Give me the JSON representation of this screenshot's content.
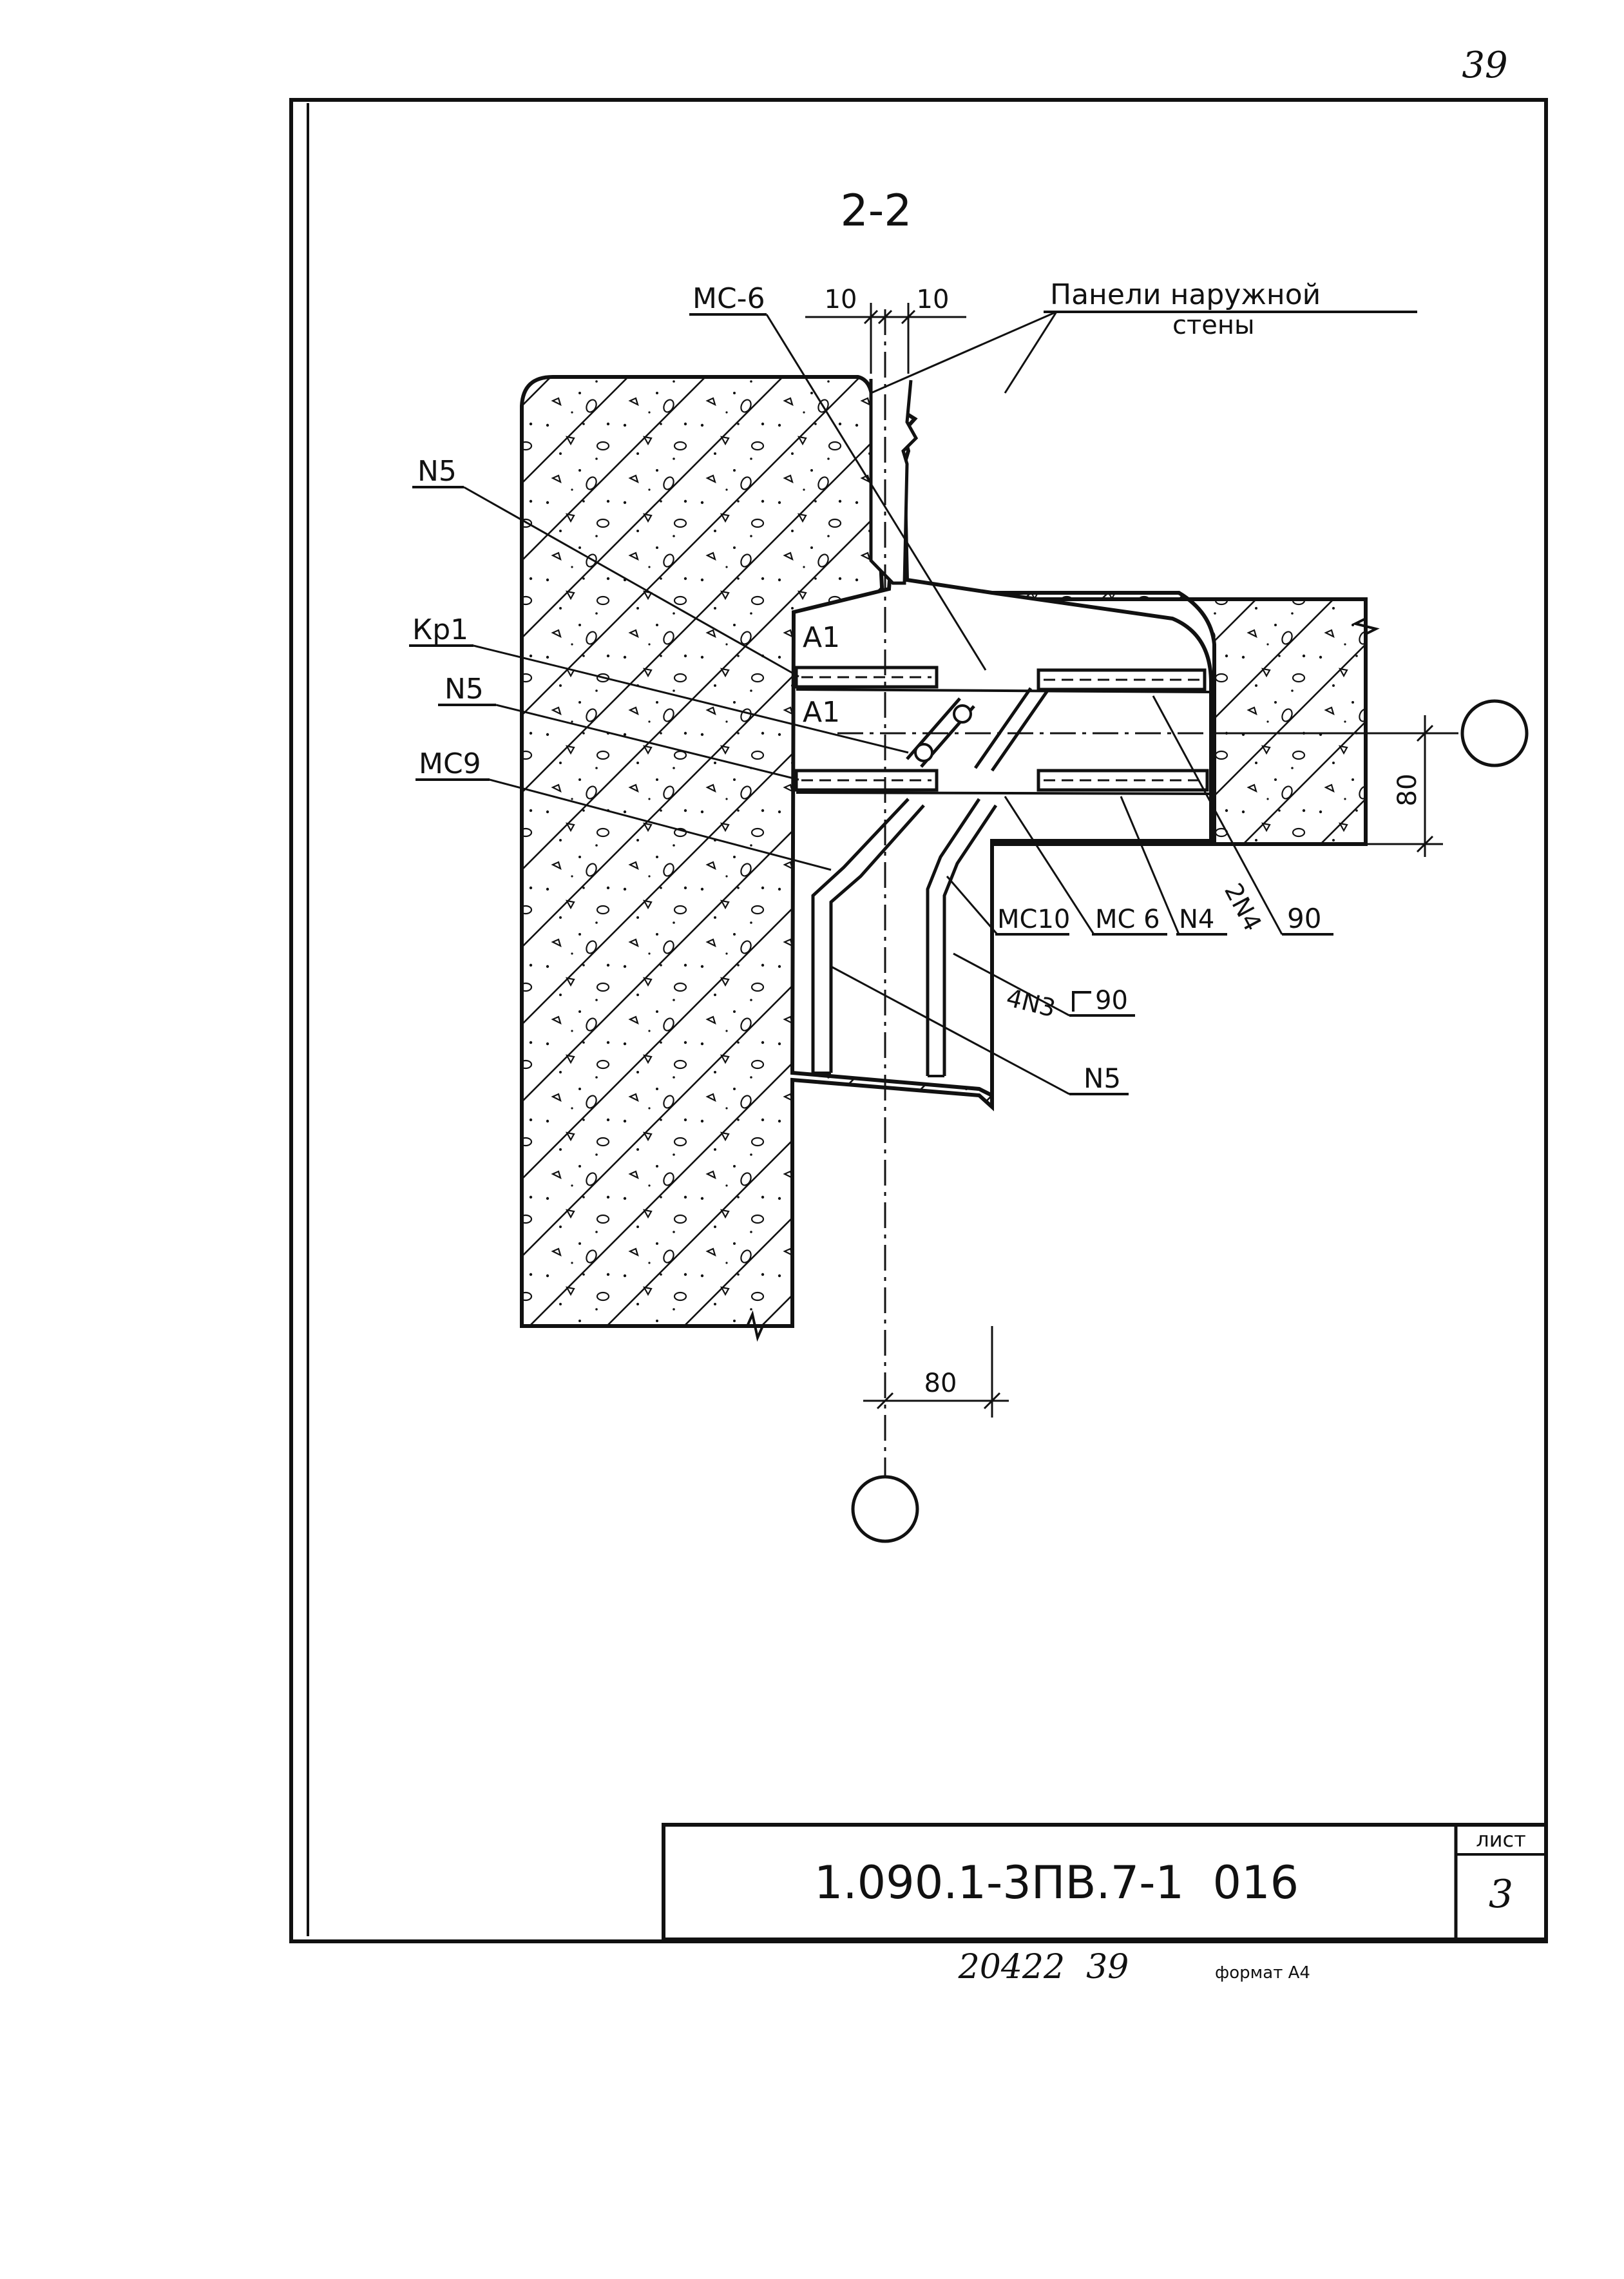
{
  "page_number": "39",
  "section_title": "2-2",
  "labels": {
    "panels_line1": "Панели наружной",
    "panels_line2": "стены",
    "mc6_top": "МС-6",
    "gap_left": "10",
    "gap_right": "10",
    "n5_top": "N5",
    "kp1": "Кр1",
    "n5_mid": "N5",
    "mc9": "МС9",
    "a1_upper": "А1",
    "a1_lower": "А1",
    "mc10": "МС10",
    "mc6_bottom": "МС 6",
    "n4": "N4",
    "two_n4": "2N4",
    "ninety_right": "90",
    "four_n3": "4N3",
    "ninety_bent": "90",
    "n5_bottom": "N5",
    "dim_80_vertical": "80",
    "dim_80_horizontal": "80"
  },
  "title_block": {
    "document_code": "1.090.1-3ПВ.7-1  016",
    "sheet_label": "лист",
    "sheet_number": "3"
  },
  "footer": {
    "inventory": "20422  39",
    "format": "формат А4"
  }
}
